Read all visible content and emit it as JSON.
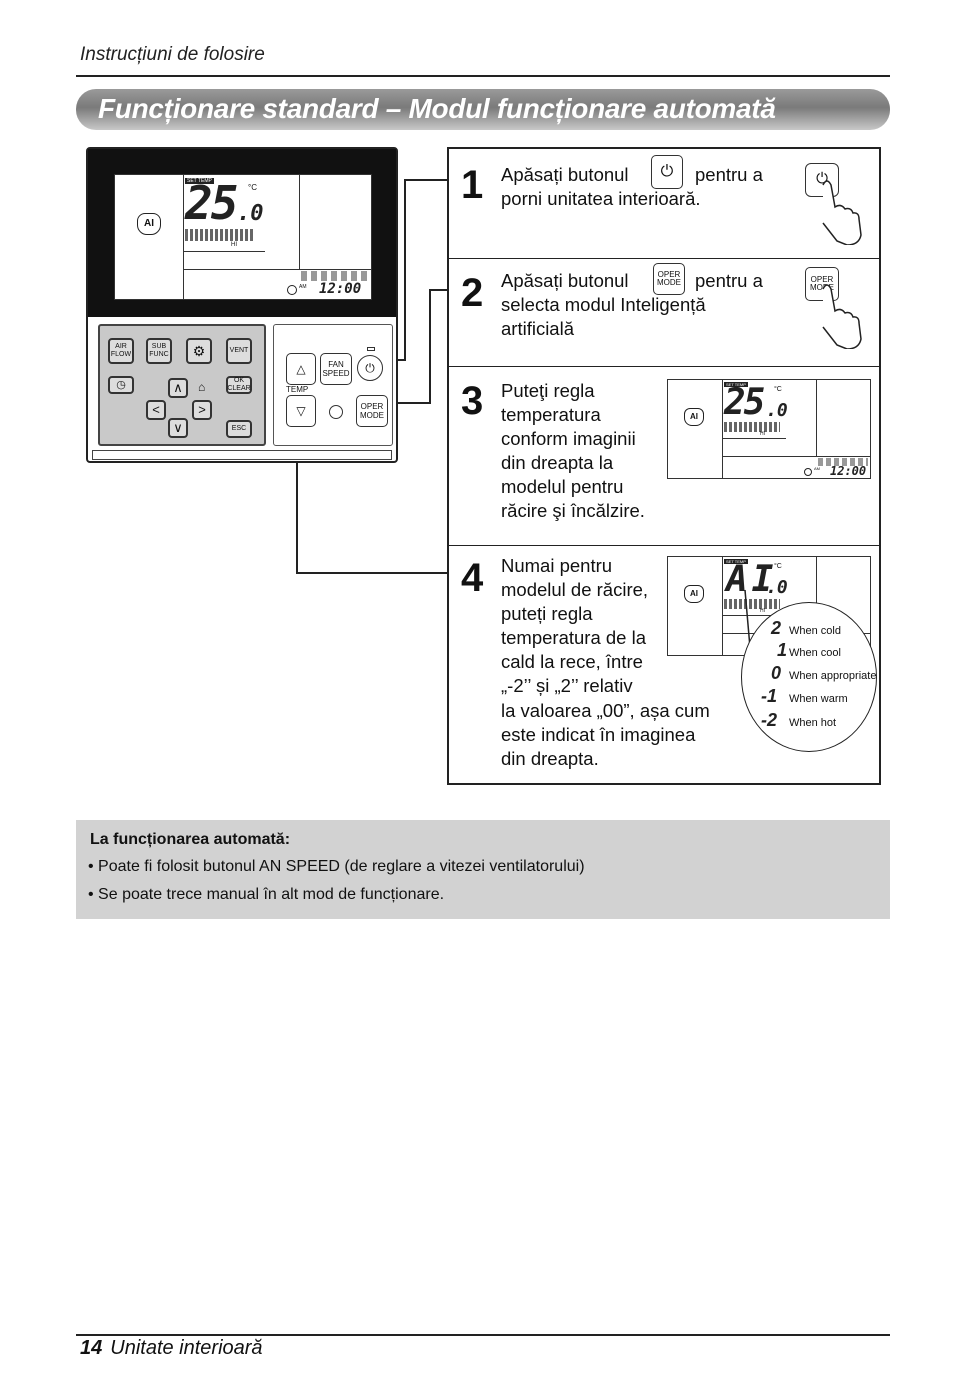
{
  "header": {
    "title": "Instrucțiuni de folosire"
  },
  "section": {
    "title": "Funcționare standard – Modul funcționare automată"
  },
  "remote": {
    "display": {
      "set_temp": "SET TEMP",
      "temp": "25",
      "decimal": ".0",
      "unit": "°C",
      "ai": "AI",
      "hi": "HI",
      "am": "AM",
      "time": "12:00"
    },
    "keys": {
      "air_flow": "AIR FLOW",
      "sub_func": "SUB FUNC",
      "vent": "VENT",
      "ok_clear": "OK CLEAR",
      "esc": "ESC",
      "fan_speed": "FAN SPEED",
      "temp": "TEMP",
      "oper_mode": "OPER MODE"
    }
  },
  "steps": [
    {
      "number": "1",
      "text_a": "Apăsați butonul",
      "text_b": "pentru a",
      "text_c": "porni unitatea interioară."
    },
    {
      "number": "2",
      "text_a": "Apăsați butonul",
      "text_b": "pentru a",
      "text_c": "selecta modul Inteligență",
      "text_d": "artificială",
      "button": "OPER MODE"
    },
    {
      "number": "3",
      "lines": [
        "Puteţi regla",
        "temperatura",
        "conform imaginii",
        "din dreapta la",
        "modelul pentru",
        "răcire şi încălzire."
      ]
    },
    {
      "number": "4",
      "lines": [
        "Numai pentru",
        "modelul de răcire,",
        "puteți regla",
        "temperatura de la",
        "cald la rece, între",
        "„-2’’ și „2’’ relativ",
        "la valoarea „00”, așa cum",
        "este indicat în imaginea",
        "din dreapta."
      ],
      "display": {
        "set_temp": "SET TEMP",
        "value": "AI",
        "decimal": ".0",
        "unit": "°C",
        "hi": "HI"
      },
      "legend": [
        {
          "code": "2",
          "label": "When cold"
        },
        {
          "code": "1",
          "label": "When cool"
        },
        {
          "code": "0",
          "label": "When appropriate"
        },
        {
          "code": "-1",
          "label": "When warm"
        },
        {
          "code": "-2",
          "label": "When hot"
        }
      ]
    }
  ],
  "note": {
    "title": "La funcționarea automată:",
    "items": [
      "• Poate fi folosit butonul AN SPEED (de reglare a vitezei ventilatorului)",
      "• Se poate trece manual în alt mod de funcționare."
    ]
  },
  "footer": {
    "page": "14",
    "label": "Unitate interioară"
  }
}
